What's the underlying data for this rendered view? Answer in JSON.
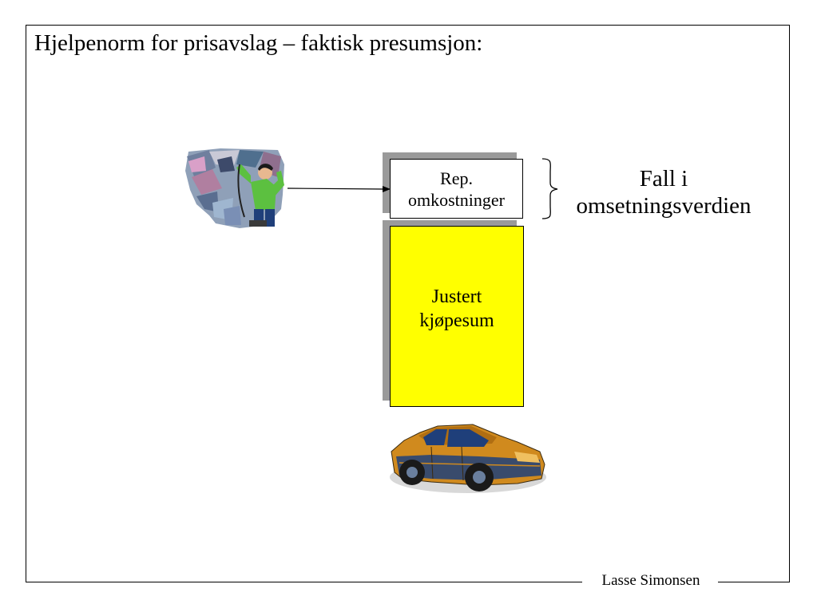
{
  "title": "Hjelpenorm for prisavslag – faktisk presumsjon:",
  "boxes": {
    "repair": {
      "line1": "Rep.",
      "line2": "omkostninger",
      "fill": "#ffffff"
    },
    "adjusted": {
      "line1": "Justert",
      "line2": "kjøpesum",
      "fill": "#ffff00"
    }
  },
  "annotation": {
    "line1": "Fall i",
    "line2": "omsetningsverdien"
  },
  "footer": "Lasse Simonsen",
  "icons": {
    "mechanic": "mechanic-clipart-icon",
    "car": "car-clipart-icon"
  },
  "colors": {
    "shadow": "#9a9a9a",
    "car_body": "#d08a1e",
    "car_glass": "#1f3f7a"
  }
}
